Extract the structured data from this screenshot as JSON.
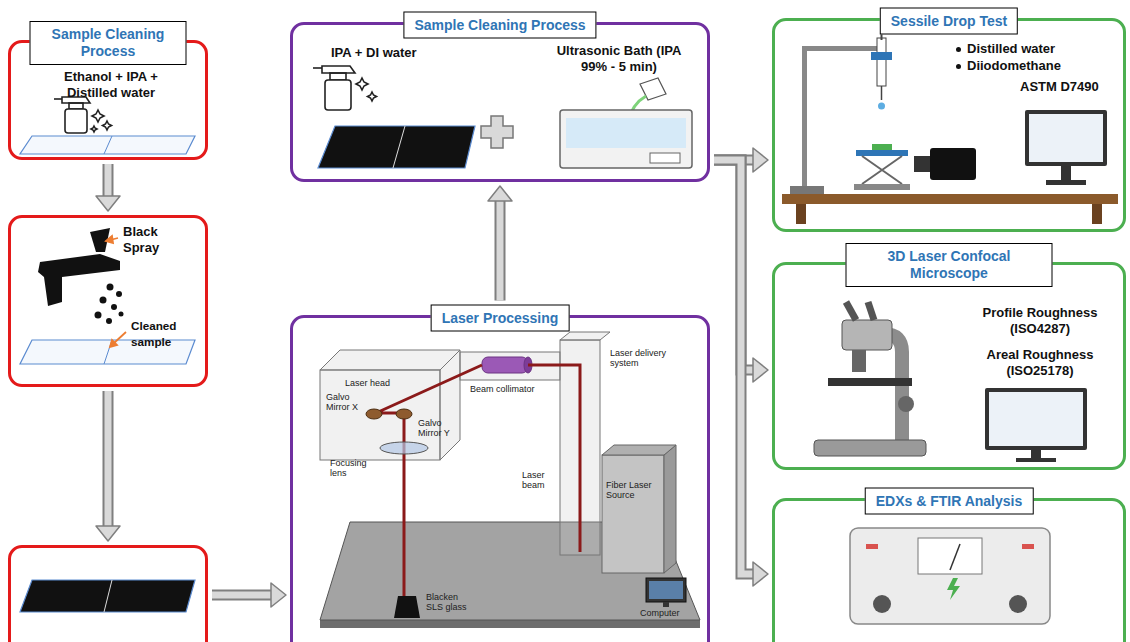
{
  "diagram": {
    "nodes": [
      {
        "text": [
          "Sample Cleaning Process",
          "Ethanol + IPA + Distilled water"
        ]
      },
      {
        "text": [
          "Black Spray",
          "Cleaned sample"
        ]
      },
      {
        "text": []
      },
      {
        "text": [
          "Laser Processing"
        ]
      },
      {
        "text": [
          "Sample Cleaning Process",
          "IPA + DI water",
          "Ultrasonic Bath (IPA 99% - 5 min)"
        ]
      },
      {
        "text": [
          "Sessile Drop Test",
          "Distilled water",
          "Diiodomethane",
          "ASTM D7490"
        ]
      },
      {
        "text": [
          "3D Laser Confocal Microscope",
          "Profile Roughness (ISO4287)",
          "Areal Roughness (ISO25178)"
        ]
      },
      {
        "text": [
          "EDXs & FTIR Analysis"
        ]
      }
    ],
    "edges": [
      {
        "from": 0,
        "to": 1,
        "arrow": "to"
      },
      {
        "from": 1,
        "to": 2,
        "arrow": "to"
      },
      {
        "from": 2,
        "to": 3,
        "arrow": "to"
      },
      {
        "from": 3,
        "to": 4,
        "arrow": "to"
      },
      {
        "from": 4,
        "to": 5,
        "arrow": "to"
      },
      {
        "from": 4,
        "to": 6,
        "arrow": "to"
      },
      {
        "from": 4,
        "to": 7,
        "arrow": "to"
      }
    ],
    "labels": [
      "Laser head",
      "Beam collimator",
      "Laser delivery system",
      "Galvo Mirror X",
      "Galvo Mirror Y",
      "Focusing lens",
      "Laser beam",
      "Fiber Laser Source",
      "Computer",
      "Blacken SLS glass"
    ]
  }
}
